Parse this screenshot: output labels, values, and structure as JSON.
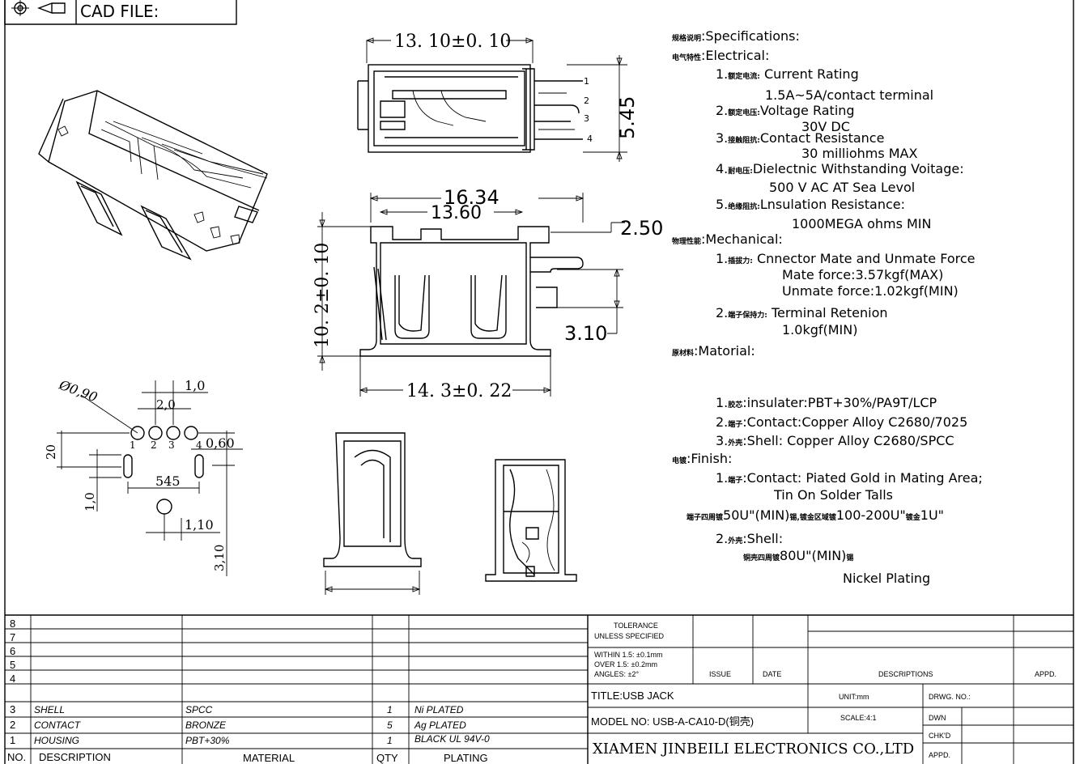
{
  "header": {
    "cad_label": "CAD FILE:"
  },
  "dimensions": {
    "top_width": "13. 10±0. 10",
    "top_height": "5.45",
    "pin_1": "1",
    "pin_2": "2",
    "pin_3": "3",
    "pin_4": "4",
    "front_outer": "16.34",
    "front_inner": "13.60",
    "front_tab": "2.50",
    "front_height": "10. 2±0. 10",
    "front_pin_offset": "3.10",
    "front_bottom": "14. 3±0. 22",
    "hole_dia": "Ø0,90",
    "pitch_a": "1,0",
    "pitch_b": "2,0",
    "pitch_c": "20",
    "pad_w": "0,60",
    "pad_span": "545",
    "pad_h": "1,0",
    "fix_offset": "1,10",
    "fix_y": "3,10",
    "fp_pin_1": "1",
    "fp_pin_2": "2",
    "fp_pin_3": "3",
    "fp_pin_4": "4"
  },
  "specs": {
    "heading_cn": "规格说明",
    "heading": ":Specifications:",
    "electrical_cn": "电气特性",
    "electrical": ":Electrical:",
    "e1_num": "1.",
    "e1_cn": "额定电流:",
    "e1": " Current  Rating",
    "e1_val": "1.5A~5A/contact  terminal",
    "e2_num": "2.",
    "e2_cn": "额定电压:",
    "e2": "Voltage  Rating",
    "e2_val": "30V  DC",
    "e3_num": "3.",
    "e3_cn": "接触阻抗:",
    "e3": "Contact  Resistance",
    "e3_val": "30  milliohms  MAX",
    "e4_num": "4.",
    "e4_cn": "耐电压:",
    "e4": "Dielectnic  Withstanding  Voitage:",
    "e4_val": "500  V  AC  AT  Sea  Levol",
    "e5_num": "5.",
    "e5_cn": "绝缘阻抗:",
    "e5": "Lnsulation  Resistance:",
    "e5_val": "1000MEGA  ohms  MIN",
    "mech_cn": "物理性能",
    "mech": ":Mechanical:",
    "m1_num": "1.",
    "m1_cn": "插拔力:",
    "m1": " Cnnector  Mate  and  Unmate  Force",
    "m1_val1": "Mate  force:3.57kgf(MAX)",
    "m1_val2": "Unmate  force:1.02kgf(MIN)",
    "m2_num": "2.",
    "m2_cn": "端子保持力:",
    "m2": " Terminal  Retenion",
    "m2_val": "1.0kgf(MIN)",
    "mat_cn": "原材料",
    "mat": ":Matorial:",
    "t1_num": "1.",
    "t1_cn": "胶芯",
    "t1": ":insulater:PBT+30%/PA9T/LCP",
    "t2_num": "2.",
    "t2_cn": "端子",
    "t2": ":Contact:Copper  Alloy  C2680/7025",
    "t3_num": "3.",
    "t3_cn": "外壳",
    "t3": ":Shell:  Copper  Alloy  C2680/SPCC",
    "fin_cn": "电镀",
    "fin": ":Finish:",
    "f1_num": "1.",
    "f1_cn": "端子",
    "f1": ":Contact:  Piated  Gold  in  Mating  Area;",
    "f1_b": "Tin  On  Solder  Talls",
    "f1_c_cn1": "端子四周镀",
    "f1_c1": "50U\"(MIN)",
    "f1_c_cn2": "锡,镀金区域镀",
    "f1_c2": "100-200U\"",
    "f1_c_cn3": "镀金",
    "f1_c3": "1U\"",
    "f2_num": "2.",
    "f2_cn": "外壳",
    "f2": ":Shell:",
    "f2_cn_b": "铜壳四周镀",
    "f2_b": "80U\"(MIN)",
    "f2_cn_c": "锡",
    "f2_c": "Nickel  Plating"
  },
  "bom": {
    "row_nums": [
      "8",
      "7",
      "6",
      "5",
      "4",
      "3",
      "2",
      "1"
    ],
    "r3_desc": "SHELL",
    "r3_mat": "SPCC",
    "r3_qty": "1",
    "r3_plate": "Ni  PLATED",
    "r2_desc": "CONTACT",
    "r2_mat": "BRONZE",
    "r2_qty": "5",
    "r2_plate": "Ag  PLATED",
    "r1_desc": "HOUSING",
    "r1_mat": "PBT+30%",
    "r1_qty": "1",
    "r1_plate": "BLACK  UL  94V-0",
    "h_no": "NO.",
    "h_desc": "DESCRIPTION",
    "h_mat": "MATERIAL",
    "h_qty": "QTY",
    "h_plate": "PLATING"
  },
  "titleblock": {
    "tol1": "TOLERANCE",
    "tol2": "UNLESS  SPECIFIED",
    "w1": "WITHIN  1.5: ±0.1mm",
    "w2": "OVER  1.5:  ±0.2mm",
    "w3": "ANGLES: ±2°",
    "issue": "ISSUE",
    "date": "DATE",
    "descriptions": "DESCRIPTIONS",
    "appd": "APPD.",
    "title": "TITLE:USB  JACK",
    "unit": "UNIT:mm",
    "drwg": "DRWG. NO.:",
    "model": "MODEL  NO: USB-A-CA10-D(铜壳)",
    "scale": "SCALE:4:1",
    "dwn": "DWN",
    "chkd": "CHK'D",
    "company": "XIAMEN JINBEILI ELECTRONICS CO.,LTD",
    "appd2": "APPD."
  }
}
